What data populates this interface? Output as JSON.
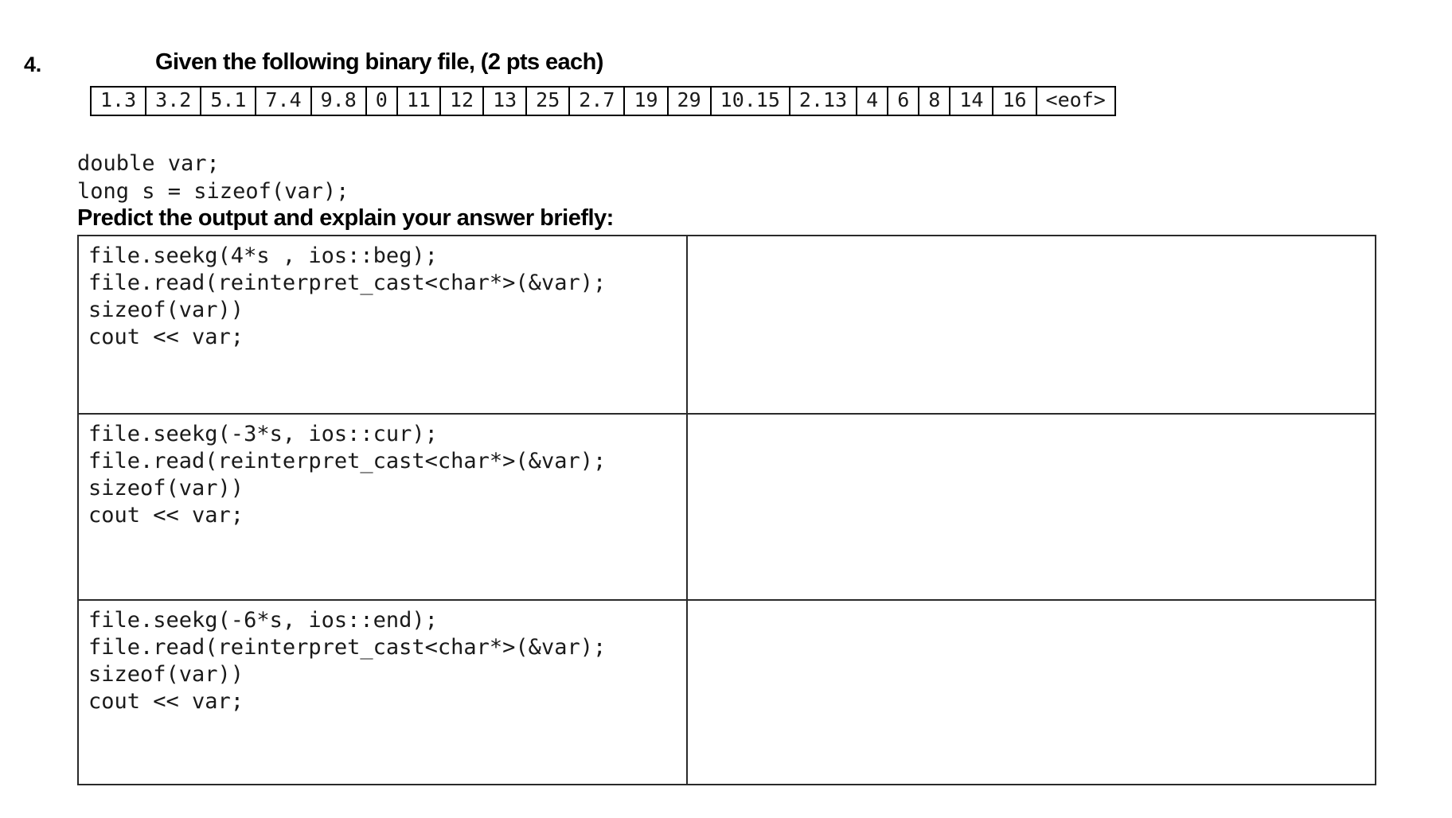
{
  "question": {
    "number": "4.",
    "heading": "Given the following binary file, (2 pts each)"
  },
  "binary_file": {
    "cells": [
      "1.3",
      "3.2",
      "5.1",
      "7.4",
      "9.8",
      "0",
      "11",
      "12",
      "13",
      "25",
      "2.7",
      "19",
      "29",
      "10.15",
      "2.13",
      "4",
      "6",
      "8",
      "14",
      "16",
      "<eof>"
    ]
  },
  "declarations": {
    "line1": "double var;",
    "line2": "long s = sizeof(var);"
  },
  "predict_prompt": "Predict the output and explain your answer briefly:",
  "answer_rows": [
    {
      "code": [
        "file.seekg(4*s , ios::beg);",
        "file.read(reinterpret_cast<char*>(&var);",
        "sizeof(var))",
        "cout << var;"
      ],
      "answer": ""
    },
    {
      "code": [
        "file.seekg(-3*s, ios::cur);",
        "file.read(reinterpret_cast<char*>(&var);",
        "sizeof(var))",
        "cout << var;"
      ],
      "answer": ""
    },
    {
      "code": [
        "file.seekg(-6*s, ios::end);",
        "file.read(reinterpret_cast<char*>(&var);",
        "sizeof(var))",
        "cout << var;"
      ],
      "answer": ""
    }
  ],
  "colors": {
    "text": "#000000",
    "code": "#1a1a1a",
    "border": "#2a2a2a",
    "background": "#ffffff"
  }
}
